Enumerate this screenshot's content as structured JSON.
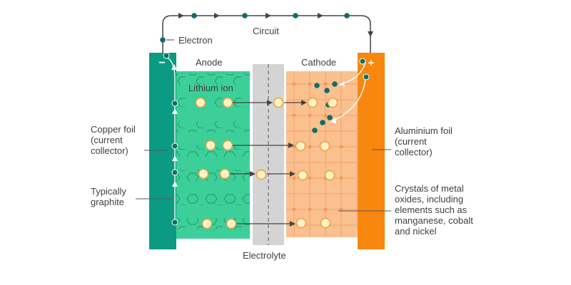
{
  "labels": {
    "circuit": "Circuit",
    "electron": "Electron",
    "anode": "Anode",
    "cathode": "Cathode",
    "lithium_ion": "Lithium ion",
    "electrolyte": "Electrolyte",
    "copper_foil": "Copper foil\n(current\ncollector)",
    "typically_graphite": "Typically\ngraphite",
    "aluminium_foil": "Aluminium foil\n(current\ncollector)",
    "crystals": "Crystals of metal\noxides, including\nelements such as\nmanganese, cobalt\nand nickel",
    "minus": "−",
    "plus": "+"
  },
  "colors": {
    "copper_foil": "#0b9a83",
    "anode": "#3ccf9a",
    "anode_hex": "#1f8a5e",
    "electrolyte": "#d4d4d4",
    "cathode": "#fbc08f",
    "cathode_grid": "#f4a066",
    "aluminium_foil": "#f7870f",
    "electron": "#0c6e6a",
    "ion_fill": "#fdf1c9",
    "ion_stroke": "#e8a23a",
    "arrow": "#555555"
  }
}
